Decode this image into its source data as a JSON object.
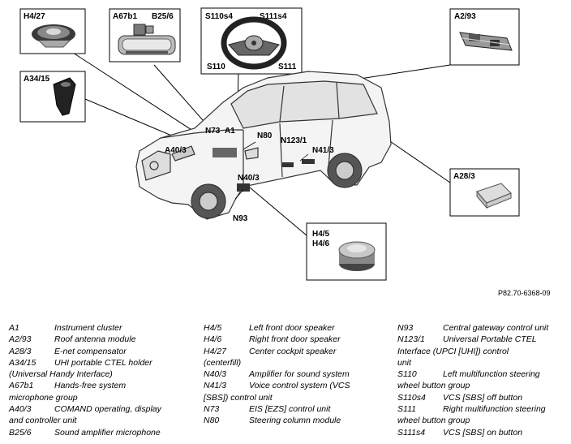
{
  "diagram": {
    "ref": "P82.70-6368-09",
    "boxes": {
      "h427": "H4/27",
      "a67b1": "A67b1",
      "b256": "B25/6",
      "s110s4": "S110s4",
      "s111s4": "S111s4",
      "s110": "S110",
      "s111": "S111",
      "a293": "A2/93",
      "a3415": "A34/15",
      "a283": "A28/3",
      "h45": "H4/5",
      "h46": "H4/6"
    },
    "car_labels": {
      "n73": "N73",
      "a1": "A1",
      "n80": "N80",
      "a403": "A40/3",
      "n1231": "N123/1",
      "n413": "N41/3",
      "n403": "N40/3",
      "n93": "N93"
    }
  },
  "legend": {
    "col1": [
      {
        "code": "A1",
        "desc": "Instrument cluster"
      },
      {
        "code": "A2/93",
        "desc": "Roof antenna module"
      },
      {
        "code": "A28/3",
        "desc": "E-net compensator"
      },
      {
        "code": "A34/15",
        "desc": "UHI portable CTEL holder"
      },
      {
        "wrap": "(Universal Handy Interface)"
      },
      {
        "code": "A67b1",
        "desc": "Hands-free system"
      },
      {
        "wrap": "microphone group"
      },
      {
        "code": "A40/3",
        "desc": "COMAND operating, display"
      },
      {
        "wrap": "and controller unit"
      },
      {
        "code": "B25/6",
        "desc": "Sound amplifier microphone"
      }
    ],
    "col2": [
      {
        "code": "H4/5",
        "desc": "Left front door speaker"
      },
      {
        "code": "H4/6",
        "desc": "Right front door speaker"
      },
      {
        "code": "H4/27",
        "desc": "Center cockpit speaker"
      },
      {
        "wrap": "(centerfill)"
      },
      {
        "code": "N40/3",
        "desc": "Amplifier for sound system"
      },
      {
        "code": "N41/3",
        "desc": "Voice control system (VCS"
      },
      {
        "wrap": "[SBS]) control unit"
      },
      {
        "code": "N73",
        "desc": "EIS [EZS] control unit"
      },
      {
        "code": "N80",
        "desc": "Steering column module"
      }
    ],
    "col3": [
      {
        "code": "N93",
        "desc": "Central gateway control unit"
      },
      {
        "code": "N123/1",
        "desc": "Universal Portable CTEL"
      },
      {
        "wrap": "Interface (UPCI [UHI]) control"
      },
      {
        "wrap": "unit"
      },
      {
        "code": "S110",
        "desc": "Left multifunction steering"
      },
      {
        "wrap": "wheel button group"
      },
      {
        "code": "S110s4",
        "desc": "VCS [SBS] off button"
      },
      {
        "code": "S111",
        "desc": "Right multifunction steering"
      },
      {
        "wrap": "wheel button group"
      },
      {
        "code": "S111s4",
        "desc": "VCS [SBS] on button"
      }
    ]
  }
}
